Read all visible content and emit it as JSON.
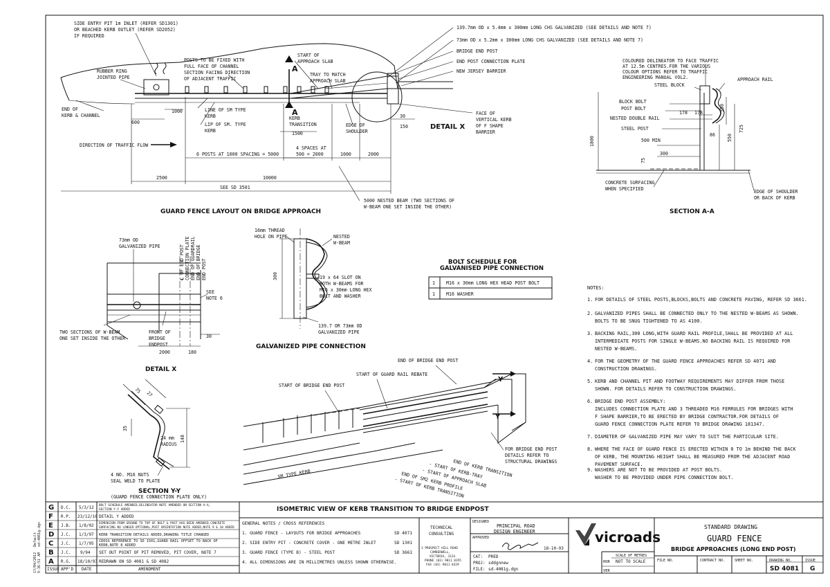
{
  "layout_plan": {
    "title": "GUARD FENCE LAYOUT ON BRIDGE APPROACH",
    "callouts": [
      "SIDE ENTRY PIT 1m INLET (REFER SD1301)",
      "OR BEACHED KERB OUTLET (REFER SD2052)",
      "IF REQUIRED"
    ],
    "rubber_ring": [
      "RUBBER RING",
      "JOINTED PIPE"
    ],
    "posts_fixed": [
      "POSTS TO BE FIXED WITH",
      "FULL FACE OF CHANNEL",
      "SECTION FACING DIRECTION",
      "OF ADJACENT TRAFFIC"
    ],
    "start_slab": [
      "START OF",
      "APPROACH SLAB"
    ],
    "tray": [
      "TRAY TO MATCH",
      "APPROACH SLAB"
    ],
    "end_kerb": [
      "END OF",
      "KERB & CHANNEL"
    ],
    "line_sm": [
      "LINE OF SM TYPE",
      "KERB"
    ],
    "lip_sm": [
      "LIP OF SM. TYPE",
      "KERB"
    ],
    "kerb_transition": [
      "KERB",
      "TRANSITION"
    ],
    "edge_shoulder": [
      "EDGE OF",
      "SHOULDER"
    ],
    "face_kerb": [
      "FACE OF",
      "VERTICAL KERB",
      "OF F SHAPE",
      "BARRIER"
    ],
    "detail_x_label": "DETAIL X",
    "direction": "DIRECTION OF TRAFFIC FLOW",
    "posts_spacing": "6 POSTS AT 1000 SPACING = 5000",
    "spaces": [
      "4 SPACES AT",
      "500 = 2000"
    ],
    "section_marker": "A",
    "dims": {
      "d1000a": "1000",
      "d600": "600",
      "d1500": "1500",
      "d30": "30",
      "d150": "150",
      "d1000b": "1000",
      "d2000": "2000",
      "d2500": "2500",
      "d10000": "10000",
      "see": "SEE SD 3501"
    },
    "nested_beam": [
      "5000 NESTED BEAM (TWO SECTIONS OF",
      "W-BEAM ONE SET INSIDE THE OTHER)"
    ],
    "right_notes": [
      "139.7mm OD x 5.4mm x 300mm LONG CHS GALVANIZED (SEE DETAILS AND NOTE 7)",
      "73mm OD x 5.2mm x 300mm LONG CHS GALVANIZED (SEE DETAILS AND NOTE 7)",
      "BRIDGE END POST",
      "END POST CONNECTION PLATE",
      "NEW JERSEY BARRIER"
    ]
  },
  "section_aa": {
    "title": "SECTION A-A",
    "delineator": [
      "COLOURED DELINEATOR TO FACE TRAFFIC",
      "AT 12.5m CENTRES.FOR THE VARIOUS",
      "COLOUR OPTIONS REFER TO TRAFFIC",
      "ENGINEERING MANUAL VOL2."
    ],
    "labels": [
      "APPROACH RAIL",
      "STEEL BLOCK",
      "BLOCK BOLT",
      "POST BOLT",
      "NESTED DOUBLE RAIL",
      "STEEL POST",
      "500 MIN",
      "CONCRETE SURFACING",
      "WHEN SPECIFIED"
    ],
    "edge": [
      "EDGE OF SHOULDER",
      "OR BACK OF KERB"
    ],
    "dims": {
      "d178a": "178",
      "d178b": "178",
      "d350": "350",
      "d86": "86",
      "d550": "550",
      "d725": "725",
      "d1800": "1800",
      "d300": "300",
      "d75": "75"
    }
  },
  "detail_x": {
    "title": "DETAIL X",
    "labels": [
      "73mm OD",
      "GALVANIZED PIPE"
    ],
    "vert_labels": [
      "℄ OF END POST",
      "CONNECTION PLATE",
      "END OF GUARDRAIL",
      "END OF BRIDGE",
      "END POST"
    ],
    "see_note": [
      "SEE",
      "NOTE 6"
    ],
    "two_sections": [
      "TWO SECTIONS OF W-BEAM",
      "ONE SET INSIDE THE OTHER"
    ],
    "front": [
      "FRONT OF",
      "BRIDGE",
      "ENDPOST"
    ],
    "dims": {
      "d30": "30",
      "d2000": "2000",
      "d180": "180"
    }
  },
  "pipe_conn": {
    "title": "GALVANIZED PIPE CONNECTION",
    "labels": [
      "16mm THREAD",
      "HOLE ON PIPE"
    ],
    "nested": [
      "NESTED",
      "W-BEAM"
    ],
    "slot": [
      "19 x 64 SLOT ON",
      "BOTH W-BEAMS FOR",
      "M16 x 30mm LONG HEX",
      "BOLT AND WASHER"
    ],
    "pipe": [
      "139.7 OR 73mm OD",
      "GALVANIZED PIPE"
    ],
    "dim": "300"
  },
  "bolt_schedule": {
    "title": [
      "BOLT SCHEDULE FOR",
      "GALVANISED PIPE CONNECTION"
    ],
    "rows": [
      {
        "qty": "1",
        "desc": "M16 x 30mm LONG HEX HEAD POST BOLT"
      },
      {
        "qty": "1",
        "desc": "M16 WASHER"
      }
    ]
  },
  "notes": {
    "heading": "NOTES:",
    "items": [
      {
        "n": "1.",
        "lines": [
          "FOR DETAILS OF STEEL POSTS,BLOCKS,BOLTS AND CONCRETE PAVING, REFER SD 3661."
        ]
      },
      {
        "n": "2.",
        "lines": [
          "GALVANIZED PIPES SHALL BE CONNECTED ONLY TO THE NESTED W-BEAMS AS SHOWN.",
          "BOLTS TO BE SNUG TIGHTENED TO AS 4100."
        ]
      },
      {
        "n": "3.",
        "lines": [
          "BACKING RAIL,300 LONG,WITH GUARD RAIL PROFILE,SHALL BE PROVIDED AT ALL",
          "INTERMEDIATE POSTS FOR SINGLE W-BEAMS.NO BACKING RAIL IS REQUIRED FOR",
          "NESTED W-BEAMS."
        ]
      },
      {
        "n": "4.",
        "lines": [
          "FOR THE GEOMETRY OF THE GUARD FENCE APPROACHES REFER SD 4071 AND",
          "CONSTRUCTION DRAWINGS."
        ]
      },
      {
        "n": "5.",
        "lines": [
          "KERB AND CHANNEL PIT AND FOOTWAY REQUIREMENTS MAY DIFFER FROM THOSE",
          "SHOWN. FOR DETAILS REFER TO CONSTRUCTION DRAWINGS."
        ]
      },
      {
        "n": "6.",
        "lines": [
          "BRIDGE END POST ASSEMBLY:",
          "INCLUDES CONNECTION PLATE AND 3 THREADED M16 FERRULES FOR BRIDGES WITH",
          "F SHAPE BARRIER,TO BE ERECTED BY BRIDGE CONTRACTOR.FOR DETAILS OF",
          "GUARD FENCE CONNECTION PLATE REFER TO BRIDGE DRAWING 181347."
        ]
      },
      {
        "n": "7.",
        "lines": [
          "DIAMETER OF GALVANIZED PIPE MAY VARY TO SUIT THE PARTICULAR SITE."
        ]
      },
      {
        "n": "8.",
        "lines": [
          "WHERE THE FACE OF GUARD FENCE IS ERECTED WITHIN 0 TO 1m BEHIND THE BACK",
          "OF KERB, THE MOUNTING HEIGHT SHALL BE MEASURED FROM THE ADJACENT ROAD",
          "PAVEMENT SURFACE."
        ]
      },
      {
        "n": "9.",
        "lines": [
          "WASHERS ARE NOT TO BE PROVIDED AT POST BOLTS.",
          "WASHER TO BE PROVIDED UNDER PIPE CONNECTION BOLT."
        ]
      }
    ]
  },
  "section_yy": {
    "title": "SECTION Y-Y",
    "subtitle": "(GUARD FENCE CONNECTION PLATE ONLY)",
    "dims": {
      "d75": "75",
      "d27": "27",
      "d35": "35",
      "d148": "148"
    },
    "radius": [
      "24 mm",
      "RADIUS"
    ],
    "nuts": [
      "4 NO. M16 NUTS",
      "SEAL WELD TO PLATE"
    ]
  },
  "isometric": {
    "title": "ISOMETRIC VIEW OF KERB TRANSITION TO BRIDGE ENDPOST",
    "labels": [
      "END OF BRIDGE END POST",
      "START OF GUARD RAIL REBATE",
      "START OF BRIDGE END POST",
      "FOR BRIDGE END POST",
      "DETAILS REFER TO",
      "STRUCTURAL DRAWINGS",
      "SM TYPE KERB",
      "Y"
    ],
    "angled": [
      "END OF KERB TRANSITION",
      "- START OF KERB-TRAY",
      "- START OF APPROACH SLAB",
      "END OF SM2 KERB PROFILE",
      "- START OF KERB TRANSITION"
    ]
  },
  "revisions": {
    "headers": [
      "ISSUE",
      "APP'D",
      "DATE",
      "AMENDMENT"
    ],
    "rows": [
      {
        "issue": "G",
        "app": "D.C.",
        "date": "5/3/12",
        "amend": [
          "BOLT SCHEDULE AMENDED,DELINEATOR NOTE AMENDED ON SECTION A-A,",
          "SECTION Y-Y ADDED"
        ]
      },
      {
        "issue": "F",
        "app": "R.P.",
        "date": "23/12/10",
        "amend": [
          "DETAIL Y ADDED"
        ]
      },
      {
        "issue": "E",
        "app": "J.B.",
        "date": "1/8/02",
        "amend": [
          "DIMENSION FROM GROUND TO TOP OF BOLT & POST HAS BEEN AMENDED,CONCRETE",
          "SURFACING NO LONGER OPTIONAL,POST ORIENTATION NOTE ADDED,NOTE 9 & 10 ADDED"
        ]
      },
      {
        "issue": "D",
        "app": "J.C.",
        "date": "1/3/97",
        "amend": [
          "KERB TRANSITION DETAILS ADDED,DRAWING TITLE CHANGED"
        ]
      },
      {
        "issue": "C",
        "app": "J.C.",
        "date": "1/7/95",
        "amend": [
          "CROSS REFERENCE TO SD 1501,GUARD RAIL OFFSET TO BACK OF",
          "KERB,NOTE 8 ADDED"
        ]
      },
      {
        "issue": "B",
        "app": "J.C.",
        "date": "9/94",
        "amend": [
          "SET OUT POINT OF PIT REMOVED, PIT COVER, NOTE 7"
        ]
      },
      {
        "issue": "A",
        "app": "R.G.",
        "date": "18/10/93",
        "amend": [
          "REDRAWN ON SD 4081 & SD 4082"
        ]
      }
    ]
  },
  "plot_stamp": [
    "17/04/2012",
    "9:36:51 AM",
    "Default",
    "sd-4081g.dgn"
  ],
  "general_notes": {
    "heading": "GENERAL NOTES / CROSS REFERENCES",
    "items": [
      {
        "text": "1. GUARD FENCE - LAYOUTS FOR BRIDGE APPROACHES",
        "ref": "SD 4071"
      },
      {
        "text": "2. SIDE ENTRY PIT - CONCRETE COVER - ONE METRE INLET",
        "ref": "SD 1301"
      },
      {
        "text": "3. GUARD FENCE (TYPE B) - STEEL POST",
        "ref": "SD 3661"
      },
      {
        "text": "4. ALL DIMENSIONS ARE IN MILLIMETRES UNLESS SHOWN OTHERWISE.",
        "ref": ""
      }
    ]
  },
  "title_block": {
    "technical": [
      "TECHNICAL",
      "CONSULTING"
    ],
    "address": [
      "3 PROSPECT HILL ROAD",
      "CAMBERWELL,",
      "VICTORIA, 3124",
      "PHONE (03) 9811 8355",
      "FAX (03) 9811 8329"
    ],
    "designed_label": "DESIGNED",
    "designed": [
      "PRINCIPAL ROAD",
      "DESIGN ENGINEER"
    ],
    "approved_label": "APPROVED",
    "approved_date": "18-10-93",
    "cat_label": "CAT:",
    "cat": "PRED",
    "proj_label": "PROJ:",
    "proj": "sddgnnew",
    "file_label": "FILE:",
    "file": "sd-4081g.dgn",
    "logo": "vicroads",
    "scale_label": "SCALE OF METRES",
    "hor_label": "HOR",
    "hor": "NOT TO SCALE",
    "ver_label": "VER",
    "std": "STANDARD DRAWING",
    "title1": "GUARD FENCE",
    "title2": "BRIDGE APPROACHES (LONG END POST)",
    "file_no": "FILE NO.",
    "contract_no": "CONTRACT NO.",
    "sheet_no": "SHEET NO.",
    "drawing_no_label": "DRAWING NO.",
    "drawing_no": "SD 4081",
    "issue_label": "ISSUE",
    "issue": "G"
  }
}
